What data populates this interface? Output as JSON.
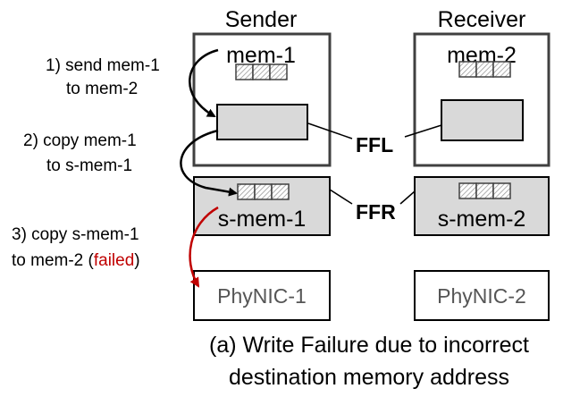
{
  "sender_title": "Sender",
  "receiver_title": "Receiver",
  "mem1": "mem-1",
  "mem2": "mem-2",
  "smem1": "s-mem-1",
  "smem2": "s-mem-2",
  "ffl": "FFL",
  "ffr": "FFR",
  "phynic1": "PhyNIC-1",
  "phynic2": "PhyNIC-2",
  "step1_line1": "1) send mem-1",
  "step1_line2": "to mem-2",
  "step2_line1": "2) copy mem-1",
  "step2_line2": "to s-mem-1",
  "step3_line1": "3) copy s-mem-1",
  "step3_line2_prefix": "to mem-2 (",
  "step3_line2_failed": "failed",
  "step3_line2_suffix": ")",
  "caption_line1": "(a) Write Failure due to incorrect",
  "caption_line2": "destination memory address",
  "colors": {
    "box_fill": "#d9d9d9",
    "border": "#404040",
    "failed": "#c00000",
    "nic_text": "#555555"
  }
}
